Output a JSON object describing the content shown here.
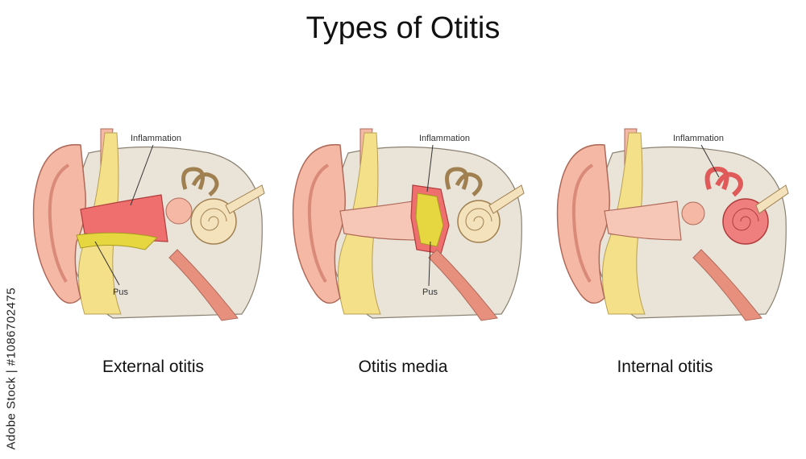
{
  "title": "Types of Otitis",
  "panels": [
    {
      "caption": "External otitis",
      "labels": {
        "inflammation": "Inflammation",
        "pus": "Pus"
      }
    },
    {
      "caption": "Otitis media",
      "labels": {
        "inflammation": "Inflammation",
        "pus": "Pus"
      }
    },
    {
      "caption": "Internal otitis",
      "labels": {
        "inflammation": "Inflammation"
      }
    }
  ],
  "watermark": "Adobe Stock | #1086702475",
  "colors": {
    "skin": "#f4b8a4",
    "skin_dark": "#e8907e",
    "bone": "#e9e3d8",
    "fat": "#f5e08a",
    "canal": "#f6c7b6",
    "inflamed": "#ef6f6f",
    "pus": "#e6d640",
    "cochlea": "#f4e2bc"
  }
}
